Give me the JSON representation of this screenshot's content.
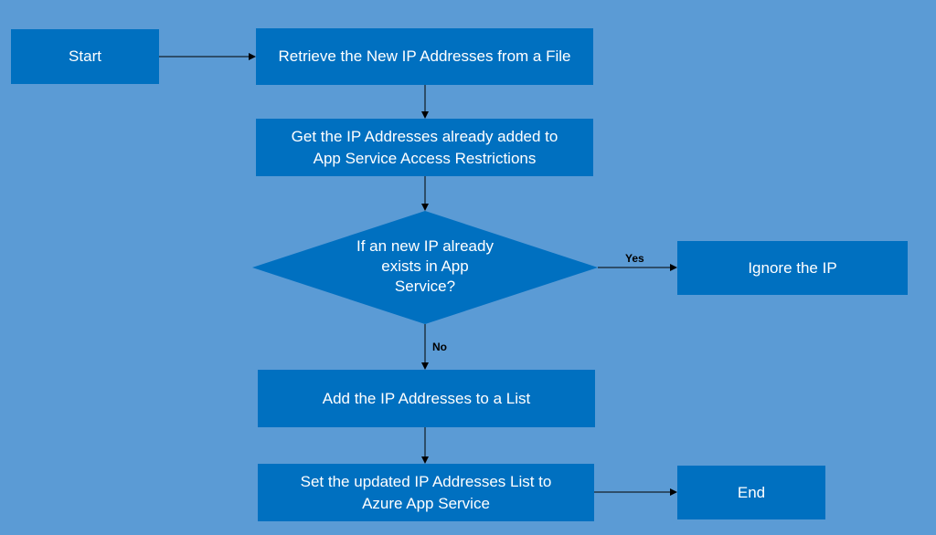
{
  "nodes": {
    "start": "Start",
    "retrieve": "Retrieve the New IP Addresses from a File",
    "get_existing_line1": "Get the IP Addresses already added to",
    "get_existing_line2": "App Service Access Restrictions",
    "decision_line1": "If an new IP already",
    "decision_line2": "exists in App",
    "decision_line3": "Service?",
    "ignore": "Ignore the IP",
    "add_list": "Add the IP Addresses to a List",
    "set_list_line1": "Set the updated IP Addresses List to",
    "set_list_line2": "Azure App Service",
    "end": "End"
  },
  "edge_labels": {
    "yes": "Yes",
    "no": "No"
  },
  "colors": {
    "background": "#5b9bd5",
    "node_fill": "#0070c0",
    "node_text": "#ffffff",
    "connector": "#000000"
  }
}
